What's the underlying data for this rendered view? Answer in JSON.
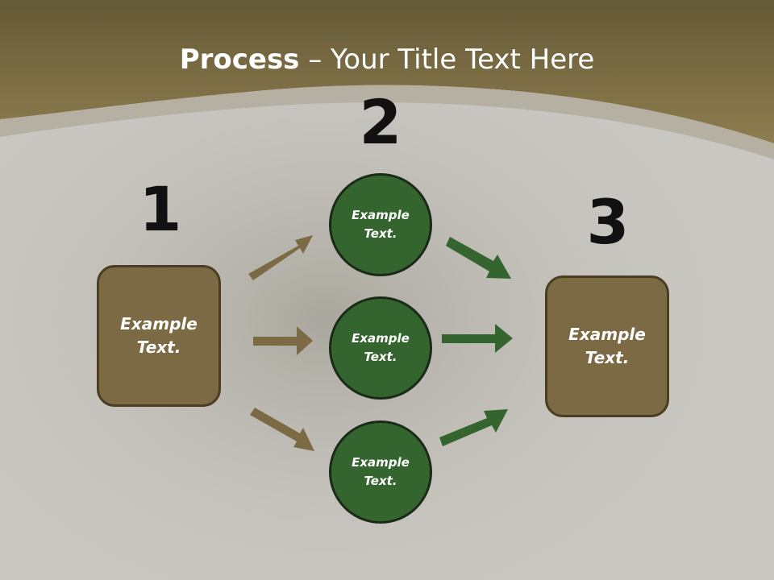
{
  "title": {
    "bold": "Process",
    "rest": " – Your Title Text Here"
  },
  "numbers": [
    "1",
    "2",
    "3"
  ],
  "box_left": {
    "line1": "Example",
    "line2": "Text."
  },
  "box_right": {
    "line1": "Example",
    "line2": "Text."
  },
  "circles": [
    {
      "line1": "Example",
      "line2": "Text."
    },
    {
      "line1": "Example",
      "line2": "Text."
    },
    {
      "line1": "Example",
      "line2": "Text."
    }
  ],
  "colors": {
    "header": "#7f6f45",
    "box_fill": "#7b6a43",
    "circle_fill": "#35652f",
    "arrow_brown": "#7b6a43",
    "arrow_green": "#35652f",
    "background": "#c9c7c1"
  }
}
